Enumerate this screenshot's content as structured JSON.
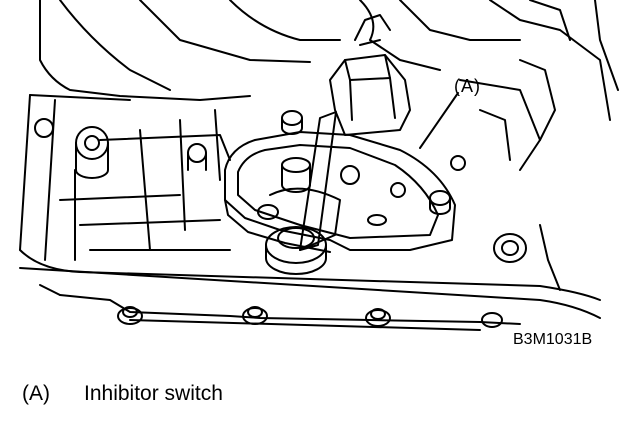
{
  "figure": {
    "callout_label": "(A)",
    "figure_code": "B3M1031B"
  },
  "legend": {
    "items": [
      {
        "key": "(A)",
        "text": "Inhibitor switch"
      }
    ]
  }
}
